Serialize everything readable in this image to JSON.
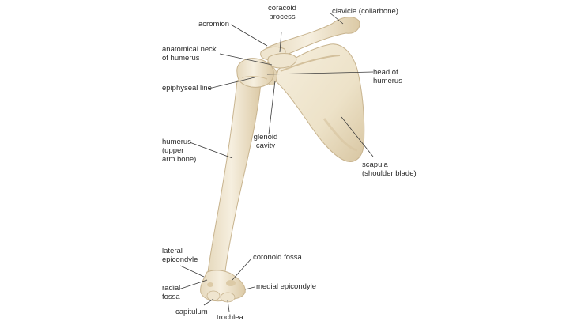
{
  "labels": {
    "acromion": "acromion",
    "coracoid_1": "coracoid",
    "coracoid_2": "process",
    "clavicle": "clavicle (collarbone)",
    "anat_neck_1": "anatomical neck",
    "anat_neck_2": "of humerus",
    "head_1": "head of",
    "head_2": "humerus",
    "epiphyseal": "epiphyseal line",
    "glenoid_1": "glenoid",
    "glenoid_2": "cavity",
    "humerus_1": "humerus",
    "humerus_2": "(upper",
    "humerus_3": "arm bone)",
    "scapula_1": "scapula",
    "scapula_2": "(shoulder blade)",
    "lateral_1": "lateral",
    "lateral_2": "epicondyle",
    "coronoid": "coronoid fossa",
    "radial_1": "radial",
    "radial_2": "fossa",
    "medial": "medial epicondyle",
    "capitulum": "capitulum",
    "trochlea": "trochlea"
  },
  "colors": {
    "bone": "#f0e8d6",
    "bone_shade": "#dcccac",
    "bone_outline": "#c8b48f",
    "leader": "#3a3a3a"
  }
}
